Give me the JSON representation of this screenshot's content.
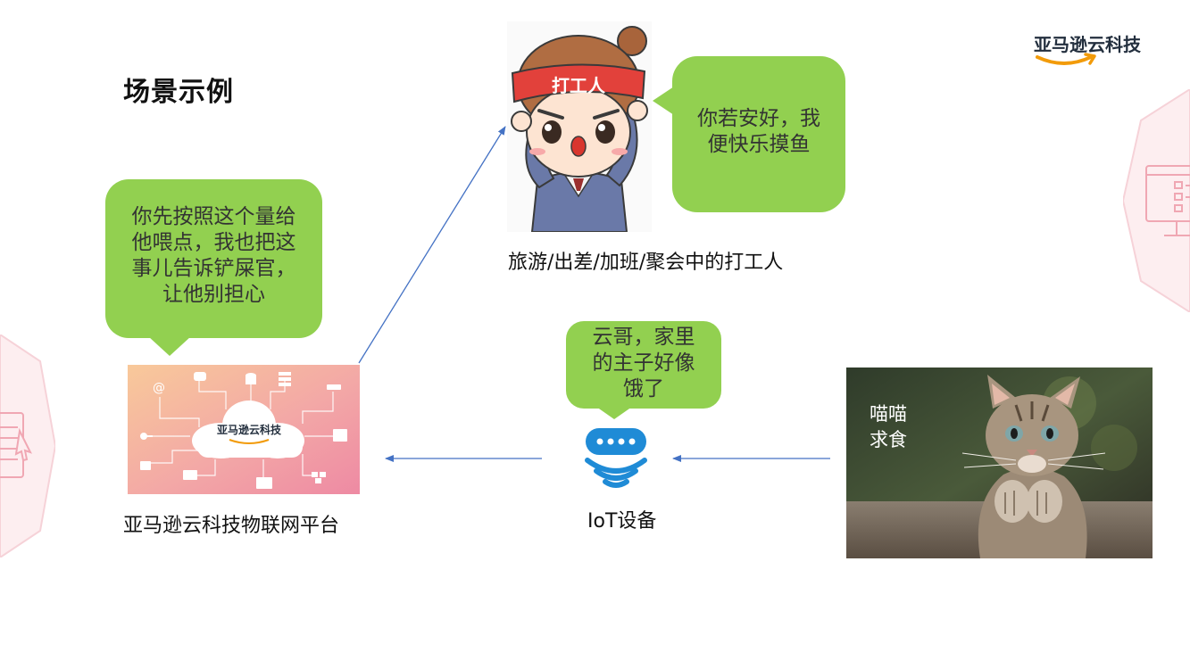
{
  "title": "场景示例",
  "logo": {
    "text": "亚马逊云科技"
  },
  "bubbles": {
    "feed": [
      "你先按照这个量给",
      "他喂点，我也把这",
      "事儿告诉铲屎官，",
      "让他别担心"
    ],
    "work": [
      "你若安好，我",
      "便快乐摸鱼"
    ],
    "iot": [
      "云哥，家里",
      "的主子好像",
      "饿了"
    ]
  },
  "nodes": {
    "platform": {
      "label": "亚马逊云科技物联网平台",
      "logo_text": "亚马逊云科技"
    },
    "worker": {
      "label": "旅游/出差/加班/聚会中的打工人",
      "headband": "打工人"
    },
    "iot": {
      "label": "IoT设备"
    },
    "cat": {
      "caption": [
        "喵喵",
        "求食"
      ]
    }
  },
  "colors": {
    "bubble": "#92d050",
    "arrow": "#4472c4",
    "iot_blue": "#1f8bd6"
  }
}
